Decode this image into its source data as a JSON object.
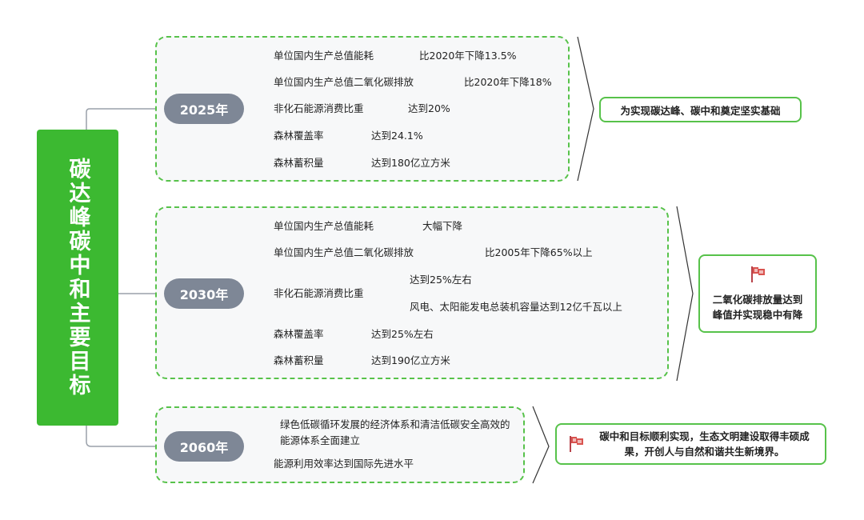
{
  "root": {
    "title": "碳达峰碳中和主要目标"
  },
  "groups": [
    {
      "year": "2025年",
      "items": [
        {
          "label": "单位国内生产总值能耗",
          "value": "比2020年下降13.5%"
        },
        {
          "label": "单位国内生产总值二氧化碳排放",
          "value": "比2020年下降18%"
        },
        {
          "label": "非化石能源消费比重",
          "value": "达到20%"
        },
        {
          "label": "森林覆盖率",
          "value": "达到24.1%"
        },
        {
          "label": "森林蓄积量",
          "value": "达到180亿立方米"
        }
      ],
      "result": "为实现碳达峰、碳中和奠定坚实基础"
    },
    {
      "year": "2030年",
      "items": [
        {
          "label": "单位国内生产总值能耗",
          "value": "大幅下降"
        },
        {
          "label": "单位国内生产总值二氧化碳排放",
          "value": "比2005年下降65%以上"
        },
        {
          "label": "非化石能源消费比重",
          "values": [
            "达到25%左右",
            "风电、太阳能发电总装机容量达到12亿千瓦以上"
          ]
        },
        {
          "label": "森林覆盖率",
          "value": "达到25%左右"
        },
        {
          "label": "森林蓄积量",
          "value": "达到190亿立方米"
        }
      ],
      "result": "二氧化碳排放量达到峰值并实现稳中有降"
    },
    {
      "year": "2060年",
      "items": [
        {
          "label": "绿色低碳循环发展的经济体系和清洁低碳安全高效的能源体系全面建立"
        },
        {
          "label": "能源利用效率达到国际先进水平"
        }
      ],
      "result": "碳中和目标顺利实现，生态文明建设取得丰硕成果，开创人与自然和谐共生新境界。"
    }
  ],
  "icons": {
    "result_flag": "flag-icon"
  },
  "colors": {
    "root_bg": "#3cb931",
    "border_green": "#57c24a",
    "year_pill": "#7e8796",
    "connector": "#9aa1aa",
    "flag_red": "#d9534f"
  }
}
